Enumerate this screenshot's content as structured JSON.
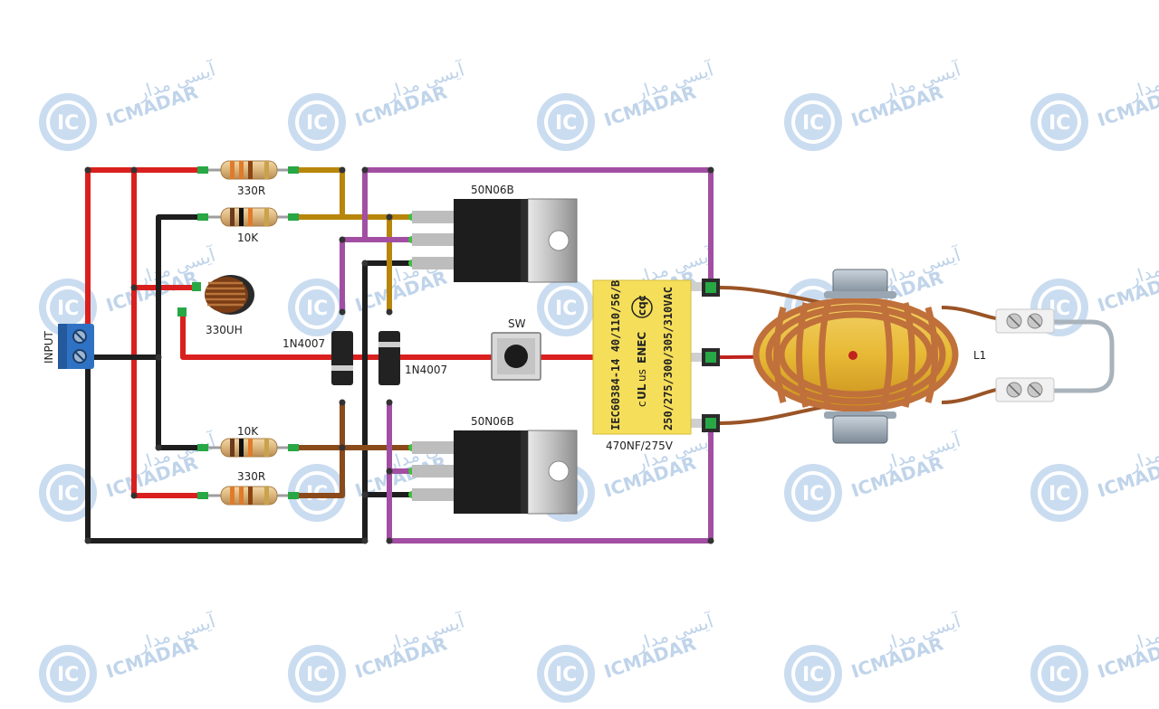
{
  "watermark": {
    "brand": "ICMADAR",
    "brand_fa": "آیسی مدار",
    "logo": "IC"
  },
  "labels": {
    "input": "INPUT",
    "r1": "330R",
    "r2": "10K",
    "r3": "10K",
    "r4": "330R",
    "inductor": "330UH",
    "mosfet_top": "50N06B",
    "mosfet_bottom": "50N06B",
    "diode_left": "1N4007",
    "diode_right": "1N4007",
    "switch": "SW",
    "cap_value": "470NF/275V",
    "coil": "L1"
  },
  "capacitor": {
    "line1": "IEC60384-14 40/110/56/B",
    "line2": "250/275/300/305/310VAC",
    "mark_cqc": "cqc",
    "mark_ul": "UL",
    "mark_us": "us",
    "mark_c": "c",
    "mark_enec": "ENEC"
  },
  "colors": {
    "red_wire": "#d9201e",
    "black_wire": "#1e1e1e",
    "purple_wire": "#a24fa3",
    "gold_wire": "#b8860b",
    "brown_wire": "#8a4a1a",
    "cap_body": "#f5de5a",
    "terminal_blue": "#2f72c4",
    "copper": "#c0703a"
  }
}
